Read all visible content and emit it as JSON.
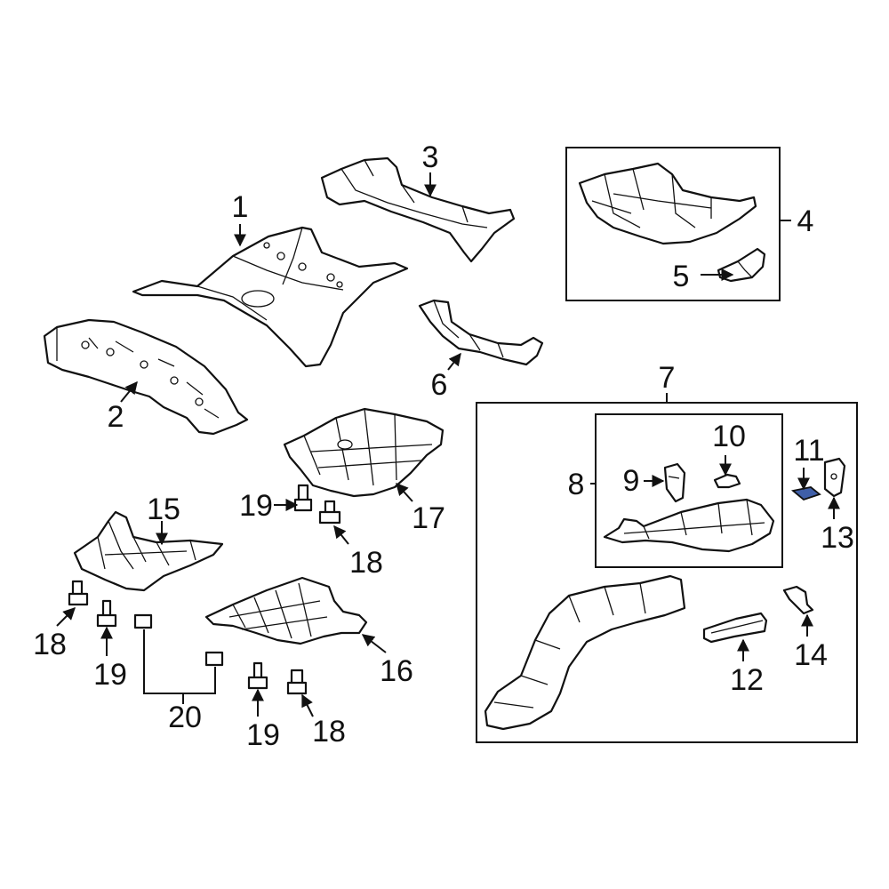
{
  "callouts": [
    {
      "id": "1",
      "label": "1"
    },
    {
      "id": "2",
      "label": "2"
    },
    {
      "id": "3",
      "label": "3"
    },
    {
      "id": "4",
      "label": "4"
    },
    {
      "id": "5",
      "label": "5"
    },
    {
      "id": "6",
      "label": "6"
    },
    {
      "id": "7",
      "label": "7"
    },
    {
      "id": "8",
      "label": "8"
    },
    {
      "id": "9",
      "label": "9"
    },
    {
      "id": "10",
      "label": "10"
    },
    {
      "id": "11",
      "label": "11"
    },
    {
      "id": "12",
      "label": "12"
    },
    {
      "id": "13",
      "label": "13"
    },
    {
      "id": "14",
      "label": "14"
    },
    {
      "id": "15",
      "label": "15"
    },
    {
      "id": "16",
      "label": "16"
    },
    {
      "id": "17",
      "label": "17"
    },
    {
      "id": "18a",
      "label": "18"
    },
    {
      "id": "18b",
      "label": "18"
    },
    {
      "id": "18c",
      "label": "18"
    },
    {
      "id": "19a",
      "label": "19"
    },
    {
      "id": "19b",
      "label": "19"
    },
    {
      "id": "19c",
      "label": "19"
    },
    {
      "id": "20",
      "label": "20"
    }
  ],
  "colors": {
    "line": "#111111",
    "highlight": "#3f5fa8",
    "background": "#ffffff"
  }
}
